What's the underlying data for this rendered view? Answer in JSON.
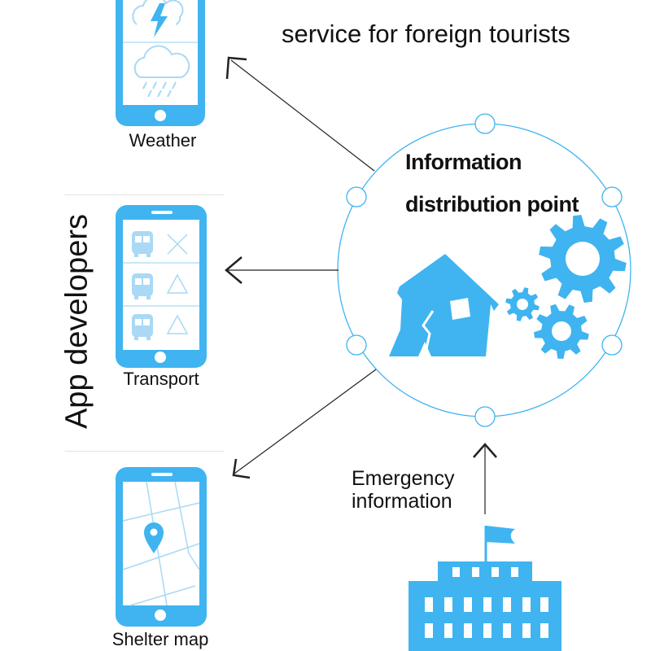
{
  "title": "service for foreign tourists",
  "hub": {
    "line1": "Information",
    "line2": "distribution point"
  },
  "side_label": "App developers",
  "apps": [
    {
      "label": "Weather",
      "icon": "weather-icon"
    },
    {
      "label": "Transport",
      "icon": "bus-icon"
    },
    {
      "label": "Shelter map",
      "icon": "map-pin-icon"
    }
  ],
  "emergency": {
    "line1": "Emergency",
    "line2": "information"
  },
  "colors": {
    "accent": "#3fb4f0",
    "light_accent": "#a9d9f5",
    "line": "#333333"
  }
}
